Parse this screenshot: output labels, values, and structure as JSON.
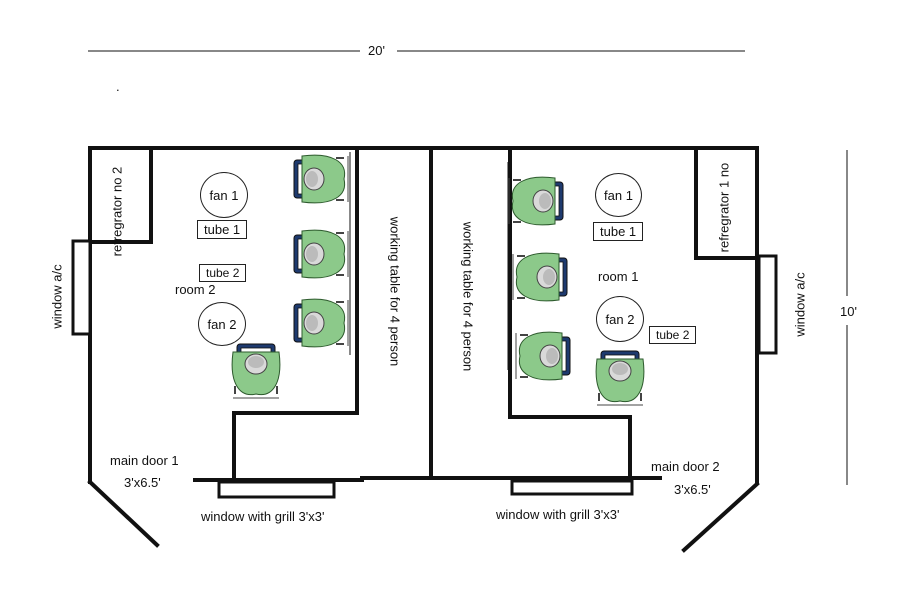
{
  "dimensions": {
    "width_label": "20'",
    "height_label": "10'",
    "dot": "."
  },
  "room2": {
    "name": "room 2",
    "refrigerator": "refregrator no 2",
    "window_ac": "window a/c",
    "fan1": "fan 1",
    "fan2": "fan 2",
    "tube1": "tube 1",
    "tube2": "tube 2",
    "table": "working table for 4 person",
    "door": "main door 1",
    "door_size": "3'x6.5'",
    "window": "window with grill 3'x3'"
  },
  "room1": {
    "name": "room 1",
    "refrigerator": "refregrator  1 no",
    "window_ac": "window a/c",
    "fan1": "fan 1",
    "fan2": "fan 2",
    "tube1": "tube 1",
    "tube2": "tube 2",
    "table": "working table for 4 person",
    "door": "main door 2",
    "door_size": "3'x6.5'",
    "window": "window with grill 3'x3'"
  },
  "colors": {
    "wall": "#111111",
    "person_body": "#8cc98a",
    "chair": "#1e3a6e",
    "head": "#d9d9d9"
  }
}
